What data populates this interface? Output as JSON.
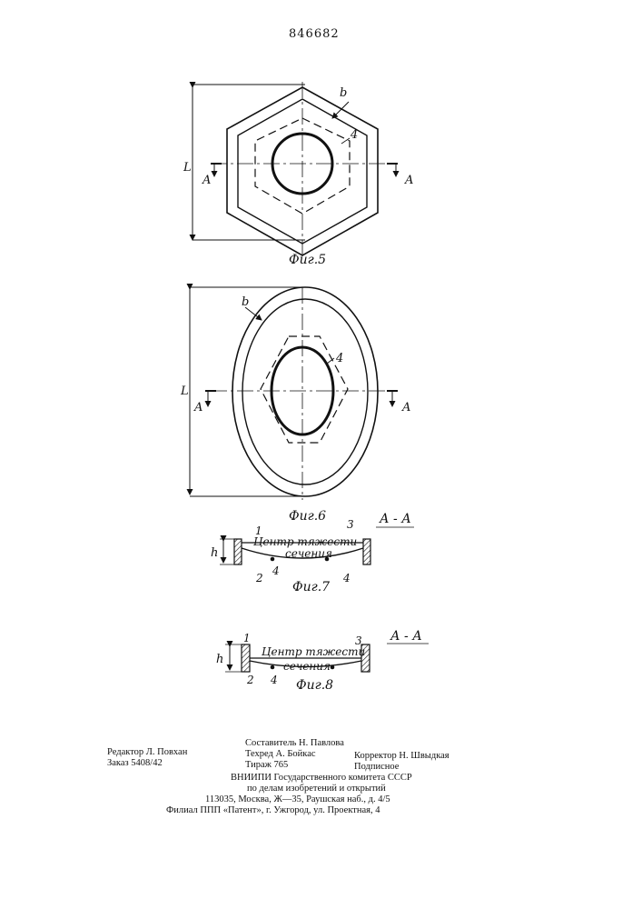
{
  "patent_number": "846682",
  "fig5": {
    "caption": "Фиг.5",
    "label_b": "b",
    "label_4": "4",
    "label_L": "L",
    "section_left": "A",
    "section_right": "A"
  },
  "fig6": {
    "caption": "Фиг.6",
    "label_b": "b",
    "label_4": "4",
    "label_L": "L",
    "section_left": "A",
    "section_right": "A"
  },
  "fig7": {
    "caption": "Фиг.7",
    "section_title": "А - А",
    "label_1": "1",
    "label_2": "2",
    "label_3": "3",
    "label_4a": "4",
    "label_4b": "4",
    "label_h": "h",
    "text_center": "Центр тяжести",
    "text_section": "сечения"
  },
  "fig8": {
    "caption": "Фиг.8",
    "section_title": "А - А",
    "label_1": "1",
    "label_2": "2",
    "label_3": "3",
    "label_4": "4",
    "label_h": "h",
    "text_center": "Центр тяжести",
    "text_section": "сечения"
  },
  "imprint": {
    "editor": "Редактор Л. Повхан",
    "order": "Заказ 5408/42",
    "compiler": "Составитель Н. Павлова",
    "techred": "Техред А. Бойкас",
    "circulation": "Тираж 765",
    "corrector": "Корректор Н. Швыдкая",
    "subscription": "Подписное",
    "org_line1": "ВНИИПИ Государственного комитета СССР",
    "org_line2": "по делам изобретений и открытий",
    "org_line3": "113035, Москва, Ж—35, Раушская наб., д. 4/5",
    "branch": "Филиал ППП «Патент», г. Ужгород, ул. Проектная, 4"
  }
}
